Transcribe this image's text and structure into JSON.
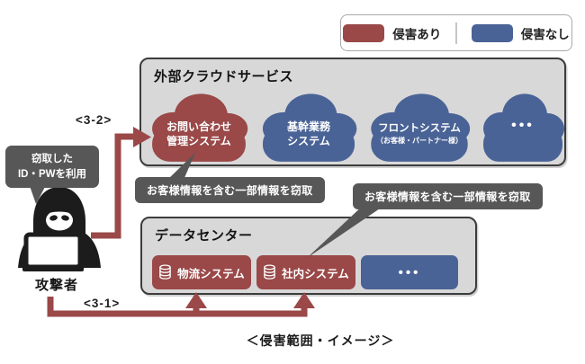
{
  "colors": {
    "compromised": "#9a4848",
    "safe": "#4a6396",
    "callout_bg": "#575757",
    "box_fill": "#d8d8d8",
    "box_border": "#3c3c3c",
    "arrow": "#9a4848"
  },
  "legend": {
    "compromised_label": "侵害あり",
    "safe_label": "侵害なし"
  },
  "cloud_section": {
    "title": "外部クラウドサービス",
    "clouds": [
      {
        "line1": "お問い合わせ",
        "line2": "管理システム",
        "status": "compromised"
      },
      {
        "line1": "基幹業務",
        "line2": "システム",
        "status": "safe"
      },
      {
        "line1": "フロントシステム",
        "line2": "（お客様・パートナー様）",
        "status": "safe"
      },
      {
        "line1": "•••",
        "status": "safe"
      }
    ]
  },
  "datacenter": {
    "title": "データセンター",
    "systems": [
      {
        "label": "物流システム",
        "status": "compromised"
      },
      {
        "label": "社内システム",
        "status": "compromised"
      },
      {
        "label": "•••",
        "status": "safe"
      }
    ]
  },
  "callouts": {
    "cloud_leak": "お客様情報を含む一部情報を窃取",
    "datacenter_leak": "お客様情報を含む一部情報を窃取"
  },
  "attacker": {
    "bubble_line1": "窃取した",
    "bubble_line2": "ID・PWを利用",
    "label": "攻撃者"
  },
  "routes": {
    "to_cloud": "<3-2>",
    "to_datacenter": "<3-1>"
  },
  "caption": "＜侵害範囲・イメージ＞"
}
